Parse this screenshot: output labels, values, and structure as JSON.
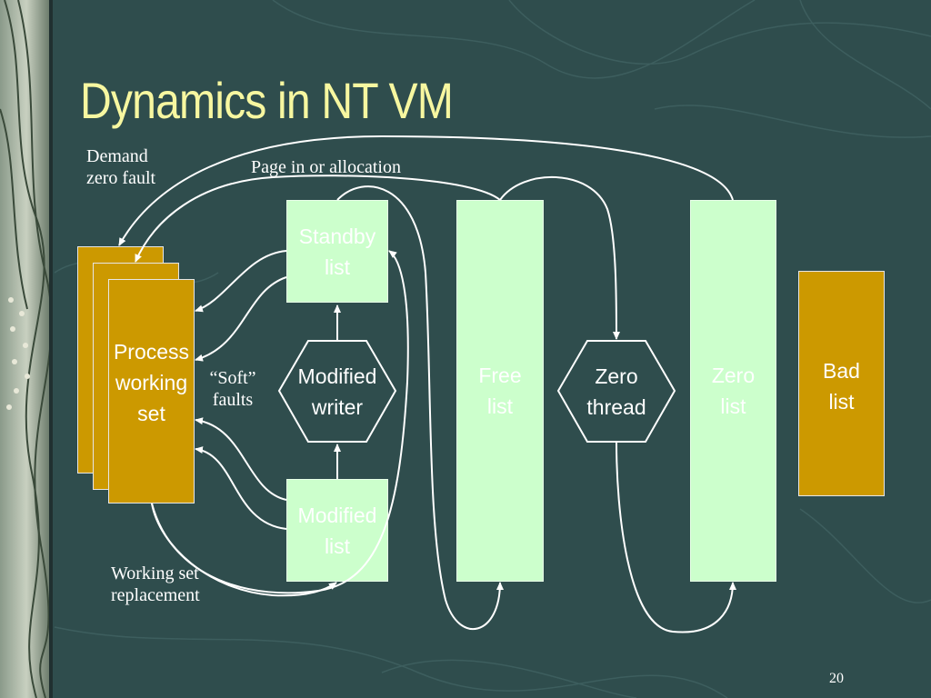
{
  "slide": {
    "title": "Dynamics in NT VM",
    "page_number": "20"
  },
  "labels": {
    "demand_zero_fault": [
      "Demand",
      "zero fault"
    ],
    "page_in": "Page in or allocation",
    "soft_faults": [
      "“Soft”",
      "faults"
    ],
    "ws_replacement": [
      "Working set",
      "replacement"
    ]
  },
  "boxes": {
    "process_working_set": [
      "Process",
      "working",
      "set"
    ],
    "standby_list": [
      "Standby",
      "list"
    ],
    "modified_list": [
      "Modified",
      "list"
    ],
    "free_list": [
      "Free",
      "list"
    ],
    "zero_list": [
      "Zero",
      "list"
    ],
    "bad_list": [
      "Bad",
      "list"
    ]
  },
  "hexagons": {
    "modified_writer": [
      "Modified",
      "writer"
    ],
    "zero_thread": [
      "Zero",
      "thread"
    ]
  },
  "colors": {
    "background": "#2f4d4d",
    "title": "#f7f7a0",
    "list_fill": "#ccffcc",
    "gold_fill": "#cc9900",
    "line": "#ffffff"
  }
}
